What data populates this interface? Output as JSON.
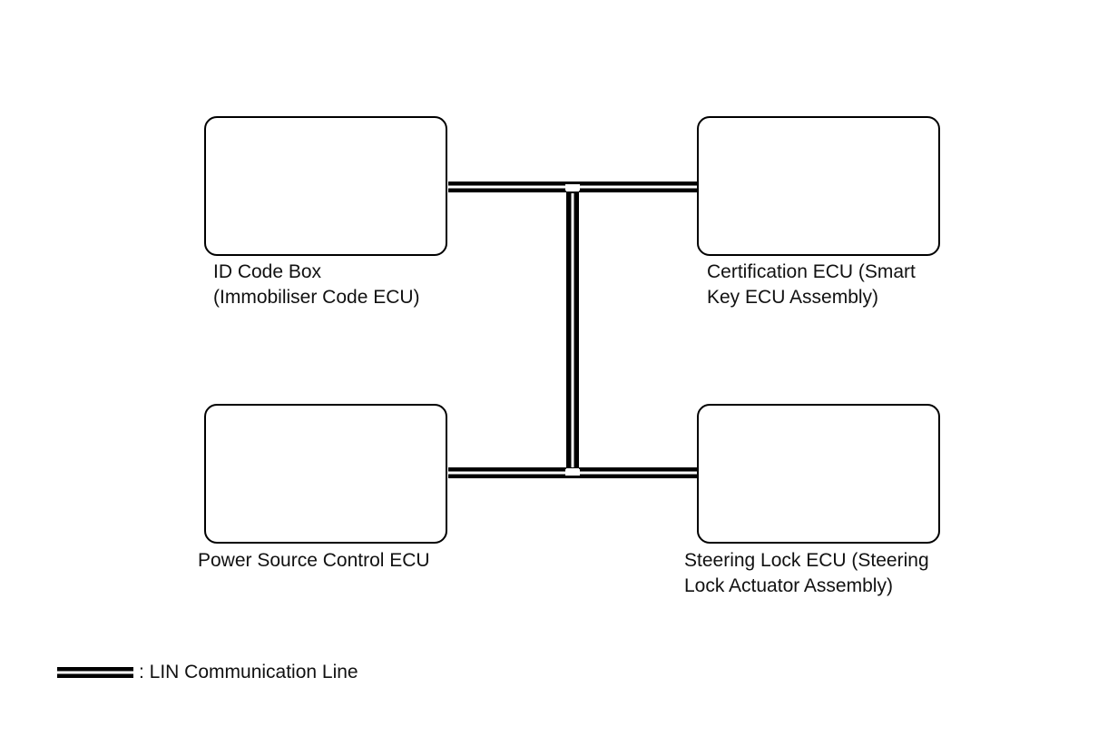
{
  "diagram": {
    "nodes": [
      {
        "id": "id-code-box",
        "label": "ID Code Box\n(Immobiliser Code ECU)"
      },
      {
        "id": "certification-ecu",
        "label": "Certification ECU (Smart\nKey ECU Assembly)"
      },
      {
        "id": "power-source-control-ecu",
        "label": "Power Source Control ECU"
      },
      {
        "id": "steering-lock-ecu",
        "label": "Steering Lock ECU (Steering\nLock Actuator Assembly)"
      }
    ],
    "connections": [
      {
        "from": "id-code-box",
        "to": "certification-ecu",
        "type": "LIN"
      },
      {
        "from": "power-source-control-ecu",
        "to": "steering-lock-ecu",
        "type": "LIN"
      },
      {
        "from": "id-code-box",
        "to": "power-source-control-ecu",
        "type": "LIN"
      },
      {
        "from": "certification-ecu",
        "to": "steering-lock-ecu",
        "type": "LIN"
      }
    ],
    "legend": {
      "line_label": ": LIN Communication Line",
      "line_style": "double line with black outer and white center"
    },
    "colors": {
      "line": "#000000",
      "line_gap": "#ffffff",
      "box_border": "#000000",
      "background": "#ffffff"
    }
  }
}
